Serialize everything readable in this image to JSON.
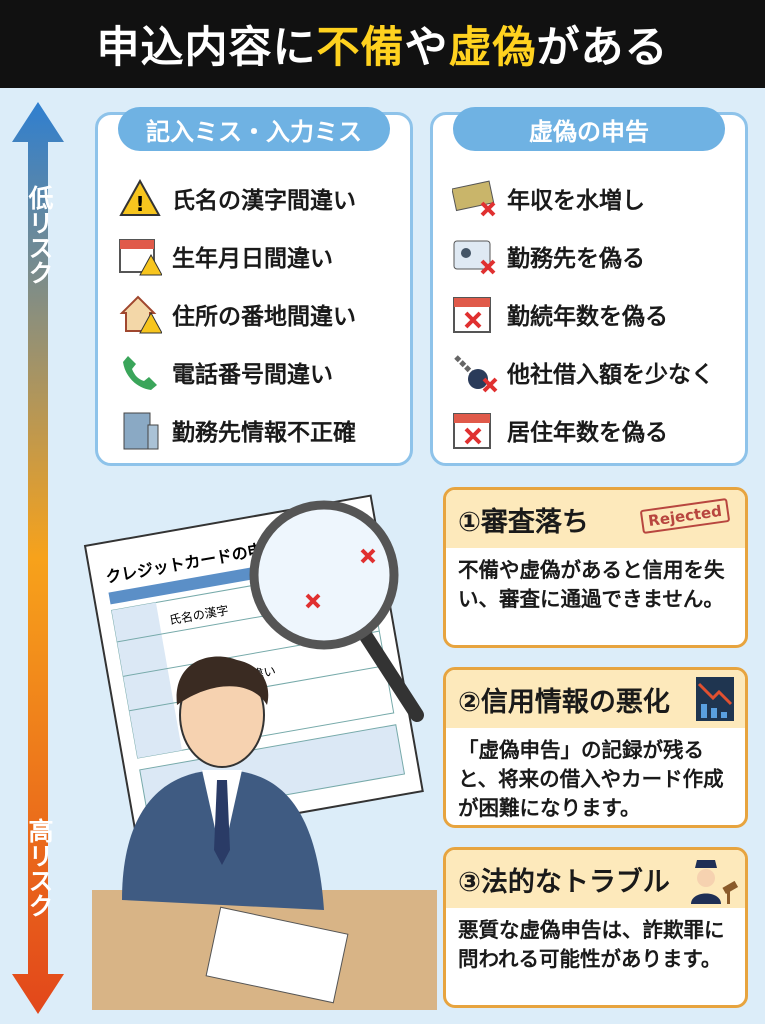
{
  "header": {
    "title_parts": [
      "申込内容に",
      "不備",
      "や",
      "虚偽",
      "がある"
    ]
  },
  "risk_arrow": {
    "top_label": "低リスク",
    "bottom_label": "高リスク",
    "colors": [
      "#2f7fd0",
      "#f7a21b",
      "#e2471b"
    ]
  },
  "mistakes": {
    "title": "記入ミス・入力ミス",
    "items": [
      {
        "icon": "warning-icon",
        "label": "氏名の漢字間違い"
      },
      {
        "icon": "calendar-warning-icon",
        "label": "生年月日間違い"
      },
      {
        "icon": "house-warning-icon",
        "label": "住所の番地間違い"
      },
      {
        "icon": "phone-icon",
        "label": "電話番号間違い"
      },
      {
        "icon": "office-building-icon",
        "label": "勤務先情報不正確"
      }
    ]
  },
  "false_report": {
    "title": "虚偽の申告",
    "items": [
      {
        "icon": "money-x-icon",
        "label": "年収を水増し"
      },
      {
        "icon": "id-card-x-icon",
        "label": "勤務先を偽る"
      },
      {
        "icon": "calendar-x-icon",
        "label": "勤続年数を偽る"
      },
      {
        "icon": "chain-ball-x-icon",
        "label": "他社借入額を少なく"
      },
      {
        "icon": "calendar-x-icon",
        "label": "居住年数を偽る"
      }
    ]
  },
  "consequences": [
    {
      "title": "①審査落ち",
      "badge": "Rejected",
      "text": "不備や虚偽があると信用を失い、審査に通過できません。"
    },
    {
      "title": "②信用情報の悪化",
      "icon": "declining-chart-icon",
      "text": "「虚偽申告」の記録が残ると、将来の借入やカード作成が困難になります。"
    },
    {
      "title": "③法的なトラブル",
      "icon": "police-gavel-icon",
      "text": "悪質な虚偽申告は、詐欺罪に問われる可能性があります。"
    }
  ],
  "illustration": {
    "form_title": "クレジットカードの申込書",
    "form_fields": [
      "氏名の漢字",
      "住所の番地間違い"
    ]
  }
}
